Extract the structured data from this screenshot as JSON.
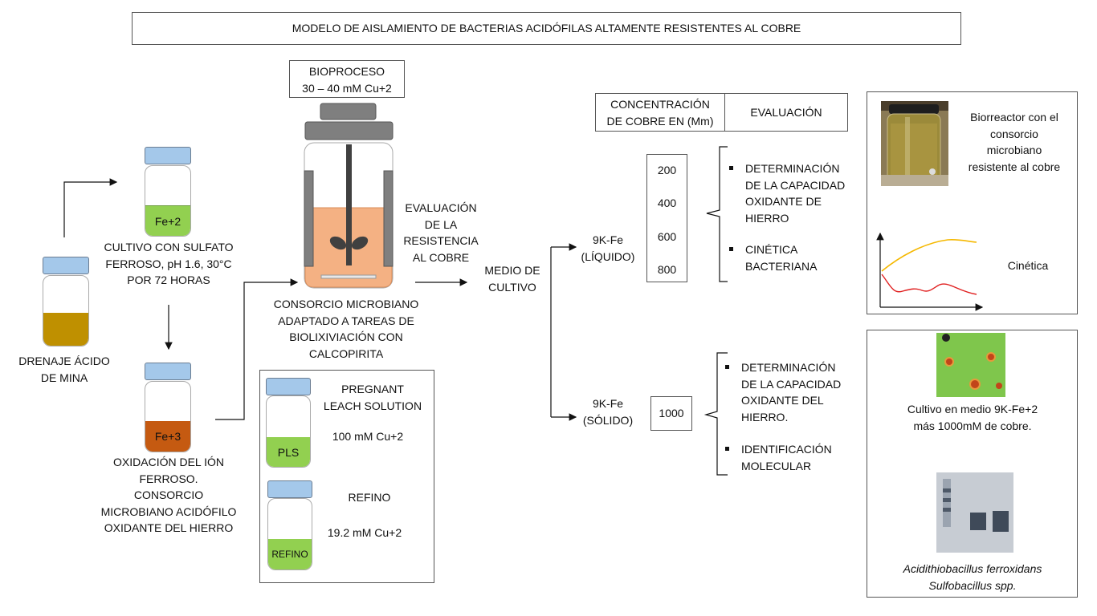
{
  "title": "MODELO DE AISLAMIENTO DE BACTERIAS ACIDÓFILAS ALTAMENTE RESISTENTES AL COBRE",
  "drainage": {
    "label": "DRENAJE ÁCIDO\nDE MINA",
    "color": "#bf9000"
  },
  "culture_fe2": {
    "jar_label": "Fe+2",
    "color": "#92d050",
    "caption": "CULTIVO CON SULFATO\nFERROSO, pH 1.6, 30°C\nPOR 72 HORAS"
  },
  "culture_fe3": {
    "jar_label": "Fe+3",
    "color": "#c55a11",
    "caption": "OXIDACIÓN DEL IÓN\nFERROSO.\nCONSORCIO\nMICROBIANO ACIDÓFILO\nOXIDANTE DEL HIERRO"
  },
  "bioprocess": {
    "label": "BIOPROCESO\n30 – 40 mM Cu+2",
    "liquid_color": "#f4b183",
    "caption": "CONSORCIO MICROBIANO\nADAPTADO A TAREAS DE\nBIOLIXIVIACIÓN CON\nCALCOPIRITA"
  },
  "pls_box": {
    "pls_title": "PREGNANT\nLEACH SOLUTION",
    "pls_jar": "PLS",
    "pls_conc": "100 mM Cu+2",
    "refino_title": "REFINO",
    "refino_jar": "REFINO",
    "refino_conc": "19.2 mM Cu+2"
  },
  "resistance_eval": "EVALUACIÓN\nDE LA\nRESISTENCIA\nAL COBRE",
  "medium": "MEDIO DE\nCULTIVO",
  "liquid": "9K-Fe\n(LÍQUIDO)",
  "solid": "9K-Fe\n(SÓLIDO)",
  "copper_header": "CONCENTRACIÓN\nDE COBRE EN (Mm)",
  "evaluation_header": "EVALUACIÓN",
  "concentrations_liquid": [
    "200",
    "400",
    "600",
    "800"
  ],
  "concentration_solid": "1000",
  "bullets_liquid": [
    "DETERMINACIÓN\nDE LA CAPACIDAD\nOXIDANTE DE\nHIERRO",
    "CINÉTICA\nBACTERIANA"
  ],
  "bullets_solid": [
    "DETERMINACIÓN\nDE LA CAPACIDAD\nOXIDANTE DEL\nHIERRO.",
    "IDENTIFICACIÓN\nMOLECULAR"
  ],
  "panel_top": {
    "photo_caption": "Biorreactor con el\nconsorcio\nmicrobiano\nresistente al cobre",
    "kinetics_label": "Cinética"
  },
  "panel_bottom": {
    "photo_caption": "Cultivo en medio 9K-Fe+2\nmás 1000mM de cobre.",
    "species": "Acidithiobacillus ferroxidans\nSulfobacillus spp."
  }
}
